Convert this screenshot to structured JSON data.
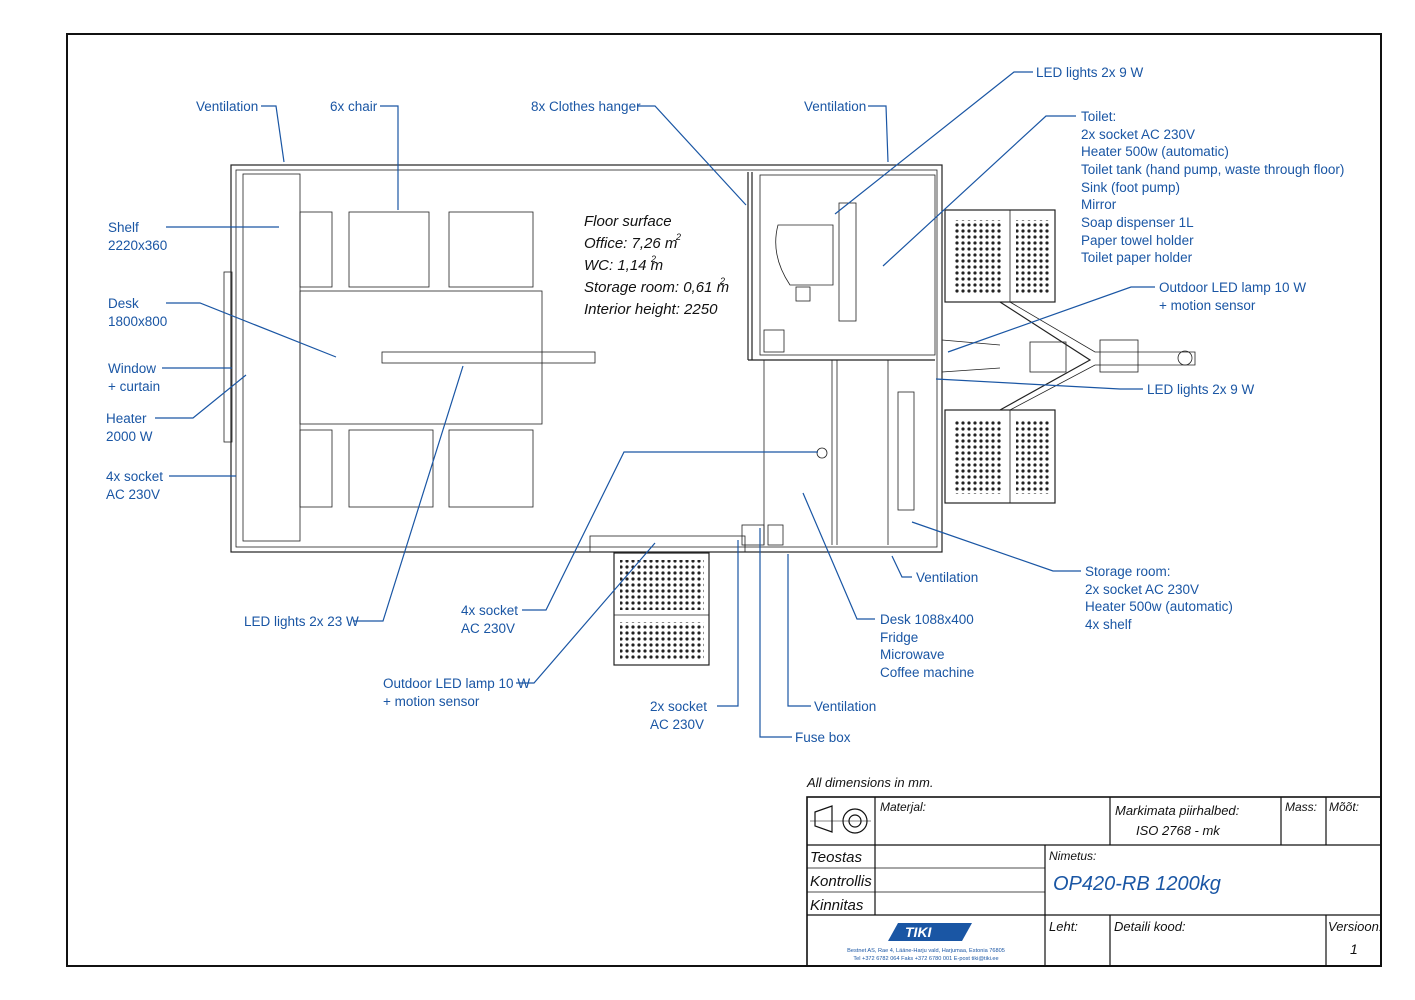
{
  "labels": {
    "ventilation_left": "Ventilation",
    "chair": "6x chair",
    "clothes_hanger": "8x Clothes hanger",
    "ventilation_mid": "Ventilation",
    "led_top": "LED lights 2x 9 W",
    "toilet": [
      "Toilet:",
      "2x  socket AC 230V",
      "Heater 500w (automatic)",
      "Toilet tank (hand pump, waste through floor)",
      "Sink (foot pump)",
      "Mirror",
      "Soap dispenser 1L",
      "Paper towel holder",
      "Toilet paper holder"
    ],
    "outdoor_lamp_right": [
      "Outdoor LED lamp 10 W",
      "+ motion sensor"
    ],
    "led_right": "LED lights 2x 9 W",
    "shelf": [
      "Shelf",
      "2220x360"
    ],
    "desk": [
      "Desk",
      "1800x800"
    ],
    "window": [
      "Window",
      "+ curtain"
    ],
    "heater": [
      "Heater",
      "2000 W"
    ],
    "socket_left": [
      "4x  socket",
      "AC 230V"
    ],
    "led_23": "LED lights 2x 23 W",
    "socket_mid": [
      "4x  socket",
      "AC 230V"
    ],
    "outdoor_lamp_left": [
      "Outdoor LED lamp 10 W",
      "+ motion sensor"
    ],
    "socket_2x": [
      "2x  socket",
      "AC 230V"
    ],
    "fuse_box": "Fuse box",
    "ventilation_bottom": "Ventilation",
    "ventilation_br": "Ventilation",
    "desk_1088": [
      "Desk 1088x400",
      "Fridge",
      "Microwave",
      "Coffee machine"
    ],
    "storage": [
      "Storage room:",
      "2x  socket AC 230V",
      "Heater 500w (automatic)",
      "4x shelf"
    ]
  },
  "floor": {
    "title": "Floor surface",
    "office": "Office: 7,26 m",
    "wc": "WC: 1,14 m",
    "storage": "Storage room: 0,61 m",
    "sup": "2",
    "height": "Interior height: 2250"
  },
  "title_block": {
    "note": "All dimensions in mm.",
    "material": "Materjal:",
    "tolerance_label": "Markimata piirhalbed:",
    "tolerance_value": "ISO 2768 - mk",
    "mass": "Mass:",
    "scale": "Mõõt:",
    "made_by": "Teostas",
    "checked": "Kontrollis",
    "approved": "Kinnitas",
    "name_label": "Nimetus:",
    "name": "OP420-RB 1200kg",
    "sheet": "Leht:",
    "part_code": "Detaili kood:",
    "version_label": "Versioon:",
    "version": "1",
    "logo": "TIKI",
    "company_line1": "Bestnet AS, Rae 4, Lääne-Harju vald, Harjumaa, Estonia 76805",
    "company_line2": "Tel +372 6782 064  Faks +372 6780 001  E-post tiki@tiki.ee"
  },
  "colors": {
    "annotation": "#1a56a4",
    "drawing": "#222222"
  }
}
